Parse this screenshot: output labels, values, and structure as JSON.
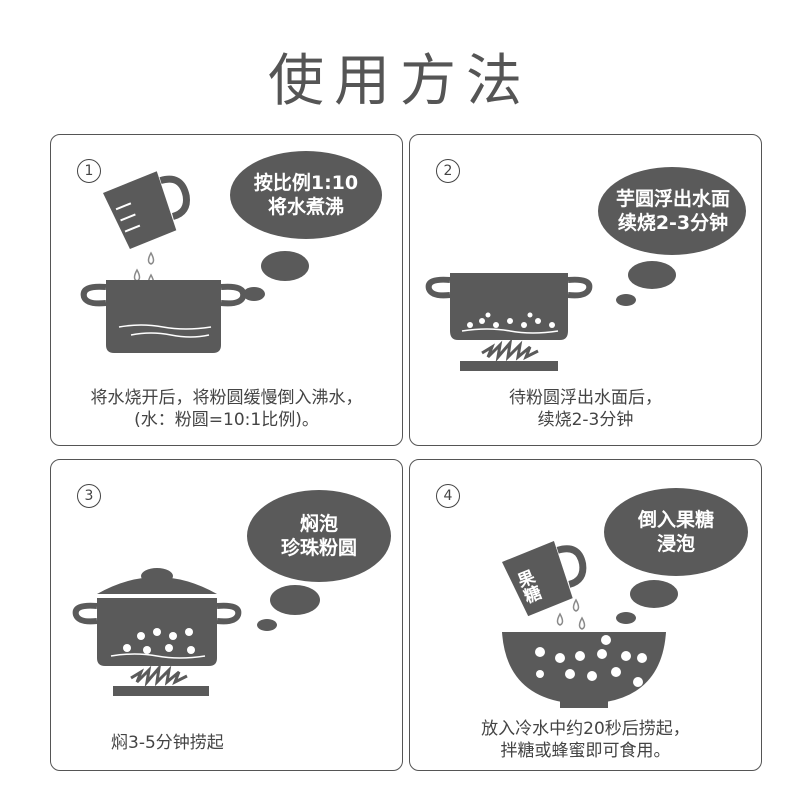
{
  "page_title": "使用方法",
  "steps": [
    {
      "number": "1",
      "bubble_lines": [
        "按比例1:10",
        "将水煮沸"
      ],
      "caption_lines": [
        "将水烧开后，将粉圆缓慢倒入沸水，",
        "(水：粉圆=10:1比例)。"
      ]
    },
    {
      "number": "2",
      "bubble_lines": [
        "芋圆浮出水面",
        "续烧2-3分钟"
      ],
      "caption_lines": [
        "待粉圆浮出水面后，",
        "续烧2-3分钟"
      ]
    },
    {
      "number": "3",
      "bubble_lines": [
        "焖泡",
        "珍珠粉圆"
      ],
      "caption_lines": [
        "焖3-5分钟捞起"
      ]
    },
    {
      "number": "4",
      "bubble_lines": [
        "倒入果糖",
        "浸泡"
      ],
      "cup_label": "果糖",
      "caption_lines": [
        "放入冷水中约20秒后捞起，",
        "拌糖或蜂蜜即可食用。"
      ]
    }
  ],
  "colors": {
    "icon_fill": "#5a5a5a",
    "border": "#555555",
    "text": "#444444",
    "water_drop": "#8a8a8a"
  },
  "icons": [
    "measuring-cup-icon",
    "pot-icon",
    "stove-flame-icon",
    "thought-bubble-icon",
    "bowl-icon",
    "lid-icon"
  ]
}
